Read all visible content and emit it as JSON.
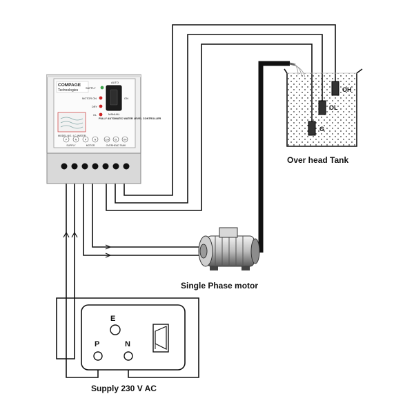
{
  "controller": {
    "brand": "COMPAGE",
    "brand_sub": "Technologies",
    "indicator_labels": [
      "SUPPLY",
      "MOTOR ON",
      "DRY",
      "OL"
    ],
    "mode_top": "AUTO",
    "mode_side": "ON",
    "mode_bottom": "MANUAL",
    "product_title": "FULLY AUTOMATIC WATER LEVEL CONTROLLER",
    "model_text": "MODEL NO.: LC-WATER",
    "terminal_letters": [
      "P",
      "N",
      "P",
      "N",
      "COM",
      "OL",
      "OH"
    ],
    "group_labels": [
      "SUPPLY",
      "MOTOR",
      "OVERHEAD TANK"
    ],
    "colors": {
      "brand": "#2b4fa8",
      "led_green": "#3fa34d",
      "led_red": "#c22"
    }
  },
  "tank": {
    "label": "Over head Tank",
    "probes": [
      "OH",
      "OL",
      "G"
    ]
  },
  "motor": {
    "label": "Single Phase motor"
  },
  "supply": {
    "label": "Supply 230 V AC",
    "earth": "E",
    "phase": "P",
    "neutral": "N"
  }
}
